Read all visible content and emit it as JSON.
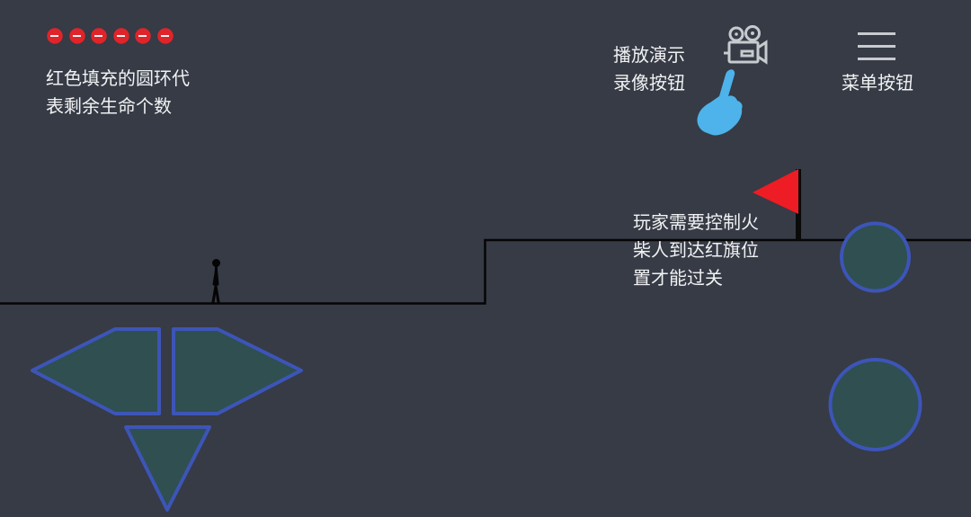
{
  "hud": {
    "lives_total": 6,
    "lives_remaining": 6,
    "life_color": "#e0242a"
  },
  "notes": {
    "lives_line1": "红色填充的圆环代",
    "lives_line2": "表剩余生命个数",
    "record_line1": "播放演示",
    "record_line2": "录像按钮",
    "menu": "菜单按钮",
    "goal_line1": "玩家需要控制火",
    "goal_line2": "柴人到达红旗位",
    "goal_line3": "置才能过关"
  },
  "icons": {
    "record": "video-camera-icon",
    "menu": "hamburger-menu-icon",
    "tap_hint": "pointing-hand-icon",
    "goal": "red-flag-icon",
    "player": "stickman-icon"
  },
  "colors": {
    "background": "#363b45",
    "control_fill": "#2f4f51",
    "control_border": "#3d55b8",
    "flag": "#ee1c24",
    "hand": "#4db3ea"
  }
}
